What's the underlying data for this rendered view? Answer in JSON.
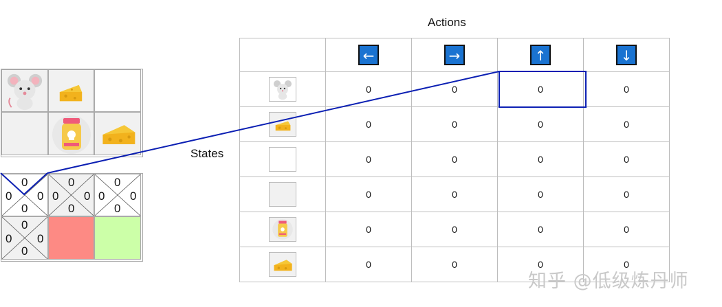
{
  "labels": {
    "actions": "Actions",
    "states": "States"
  },
  "actions": [
    {
      "name": "left",
      "glyph": "←"
    },
    {
      "name": "right",
      "glyph": "→"
    },
    {
      "name": "up",
      "glyph": "↑"
    },
    {
      "name": "down",
      "glyph": "↓"
    }
  ],
  "states": [
    {
      "name": "mouse",
      "icon": "mouse-icon"
    },
    {
      "name": "small-cheese",
      "icon": "cheese-small-icon"
    },
    {
      "name": "empty-white",
      "icon": "empty-white-icon"
    },
    {
      "name": "empty-grey",
      "icon": "empty-grey-icon"
    },
    {
      "name": "poison",
      "icon": "poison-icon"
    },
    {
      "name": "big-cheese",
      "icon": "cheese-big-icon"
    }
  ],
  "q_table": {
    "rows": [
      [
        "0",
        "0",
        "0",
        "0"
      ],
      [
        "0",
        "0",
        "0",
        "0"
      ],
      [
        "0",
        "0",
        "0",
        "0"
      ],
      [
        "0",
        "0",
        "0",
        "0"
      ],
      [
        "0",
        "0",
        "0",
        "0"
      ],
      [
        "0",
        "0",
        "0",
        "0"
      ]
    ]
  },
  "q_grid": {
    "cells": [
      {
        "top": "0",
        "left": "0",
        "right": "0",
        "bottom": "0"
      },
      {
        "top": "0",
        "left": "0",
        "right": "0",
        "bottom": "0"
      },
      {
        "top": "0",
        "left": "0",
        "right": "0",
        "bottom": "0"
      },
      {
        "top": "0",
        "left": "0",
        "right": "0",
        "bottom": "0"
      }
    ]
  },
  "colors": {
    "arrow_bg": "#1a73d1",
    "highlight": "#0b1fb3",
    "poison_cell": "#fd8a84",
    "goal_cell": "#ccffa8"
  },
  "watermark": "知乎 @低级炼丹师"
}
